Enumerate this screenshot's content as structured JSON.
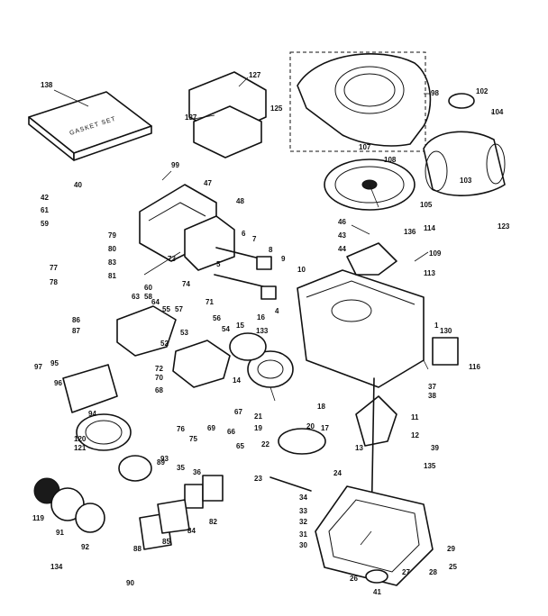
{
  "gasket_set_text": "GASKET SET",
  "callouts": [
    {
      "id": "c-138",
      "text": "138"
    },
    {
      "id": "c-127",
      "text": "127"
    },
    {
      "id": "c-137",
      "text": "137"
    },
    {
      "id": "c-125",
      "text": "125"
    },
    {
      "id": "c-98",
      "text": "98"
    },
    {
      "id": "c-102",
      "text": "102"
    },
    {
      "id": "c-104",
      "text": "104"
    },
    {
      "id": "c-107",
      "text": "107"
    },
    {
      "id": "c-108",
      "text": "108"
    },
    {
      "id": "c-103",
      "text": "103"
    },
    {
      "id": "c-123",
      "text": "123"
    },
    {
      "id": "c-99",
      "text": "99"
    },
    {
      "id": "c-40",
      "text": "40"
    },
    {
      "id": "c-47",
      "text": "47"
    },
    {
      "id": "c-42",
      "text": "42"
    },
    {
      "id": "c-61",
      "text": "61"
    },
    {
      "id": "c-59",
      "text": "59"
    },
    {
      "id": "c-48",
      "text": "48"
    },
    {
      "id": "c-46",
      "text": "46"
    },
    {
      "id": "c-43",
      "text": "43"
    },
    {
      "id": "c-44",
      "text": "44"
    },
    {
      "id": "c-136",
      "text": "136"
    },
    {
      "id": "c-105",
      "text": "105"
    },
    {
      "id": "c-114",
      "text": "114"
    },
    {
      "id": "c-109",
      "text": "109"
    },
    {
      "id": "c-113",
      "text": "113"
    },
    {
      "id": "c-77",
      "text": "77"
    },
    {
      "id": "c-78",
      "text": "78"
    },
    {
      "id": "c-79",
      "text": "79"
    },
    {
      "id": "c-80",
      "text": "80"
    },
    {
      "id": "c-83",
      "text": "83"
    },
    {
      "id": "c-81",
      "text": "81"
    },
    {
      "id": "c-60",
      "text": "60"
    },
    {
      "id": "c-58",
      "text": "58"
    },
    {
      "id": "c-55",
      "text": "55"
    },
    {
      "id": "c-74",
      "text": "74"
    },
    {
      "id": "c-73",
      "text": "73"
    },
    {
      "id": "c-64",
      "text": "64"
    },
    {
      "id": "c-63",
      "text": "63"
    },
    {
      "id": "c-6",
      "text": "6"
    },
    {
      "id": "c-7",
      "text": "7"
    },
    {
      "id": "c-8",
      "text": "8"
    },
    {
      "id": "c-9",
      "text": "9"
    },
    {
      "id": "c-10",
      "text": "10"
    },
    {
      "id": "c-5",
      "text": "5"
    },
    {
      "id": "c-4",
      "text": "4"
    },
    {
      "id": "c-1",
      "text": "1"
    },
    {
      "id": "c-71",
      "text": "71"
    },
    {
      "id": "c-86",
      "text": "86"
    },
    {
      "id": "c-87",
      "text": "87"
    },
    {
      "id": "c-57",
      "text": "57"
    },
    {
      "id": "c-56",
      "text": "56"
    },
    {
      "id": "c-54",
      "text": "54"
    },
    {
      "id": "c-53",
      "text": "53"
    },
    {
      "id": "c-52",
      "text": "52"
    },
    {
      "id": "c-72",
      "text": "72"
    },
    {
      "id": "c-70",
      "text": "70"
    },
    {
      "id": "c-68",
      "text": "68"
    },
    {
      "id": "c-14",
      "text": "14"
    },
    {
      "id": "c-15",
      "text": "15"
    },
    {
      "id": "c-16",
      "text": "16"
    },
    {
      "id": "c-133",
      "text": "133"
    },
    {
      "id": "c-130",
      "text": "130"
    },
    {
      "id": "c-116",
      "text": "116"
    },
    {
      "id": "c-37",
      "text": "37"
    },
    {
      "id": "c-38",
      "text": "38"
    },
    {
      "id": "c-97",
      "text": "97"
    },
    {
      "id": "c-95",
      "text": "95"
    },
    {
      "id": "c-96",
      "text": "96"
    },
    {
      "id": "c-94",
      "text": "94"
    },
    {
      "id": "c-120",
      "text": "120"
    },
    {
      "id": "c-121",
      "text": "121"
    },
    {
      "id": "c-76",
      "text": "76"
    },
    {
      "id": "c-75",
      "text": "75"
    },
    {
      "id": "c-69",
      "text": "69"
    },
    {
      "id": "c-66",
      "text": "66"
    },
    {
      "id": "c-67",
      "text": "67"
    },
    {
      "id": "c-65",
      "text": "65"
    },
    {
      "id": "c-21",
      "text": "21"
    },
    {
      "id": "c-19",
      "text": "19"
    },
    {
      "id": "c-18",
      "text": "18"
    },
    {
      "id": "c-11",
      "text": "11"
    },
    {
      "id": "c-12",
      "text": "12"
    },
    {
      "id": "c-13",
      "text": "13"
    },
    {
      "id": "c-17",
      "text": "17"
    },
    {
      "id": "c-20",
      "text": "20"
    },
    {
      "id": "c-22",
      "text": "22"
    },
    {
      "id": "c-93",
      "text": "93"
    },
    {
      "id": "c-35",
      "text": "35"
    },
    {
      "id": "c-36",
      "text": "36"
    },
    {
      "id": "c-89",
      "text": "89"
    },
    {
      "id": "c-23",
      "text": "23"
    },
    {
      "id": "c-34",
      "text": "34"
    },
    {
      "id": "c-24",
      "text": "24"
    },
    {
      "id": "c-135",
      "text": "135"
    },
    {
      "id": "c-39",
      "text": "39"
    },
    {
      "id": "c-119",
      "text": "119"
    },
    {
      "id": "c-91",
      "text": "91"
    },
    {
      "id": "c-92",
      "text": "92"
    },
    {
      "id": "c-134",
      "text": "134"
    },
    {
      "id": "c-33",
      "text": "33"
    },
    {
      "id": "c-32",
      "text": "32"
    },
    {
      "id": "c-31",
      "text": "31"
    },
    {
      "id": "c-30",
      "text": "30"
    },
    {
      "id": "c-29",
      "text": "29"
    },
    {
      "id": "c-28",
      "text": "28"
    },
    {
      "id": "c-27",
      "text": "27"
    },
    {
      "id": "c-25",
      "text": "25"
    },
    {
      "id": "c-26",
      "text": "26"
    },
    {
      "id": "c-41",
      "text": "41"
    },
    {
      "id": "c-88",
      "text": "88"
    },
    {
      "id": "c-85",
      "text": "85"
    },
    {
      "id": "c-84",
      "text": "84"
    },
    {
      "id": "c-82",
      "text": "82"
    },
    {
      "id": "c-90",
      "text": "90"
    }
  ]
}
